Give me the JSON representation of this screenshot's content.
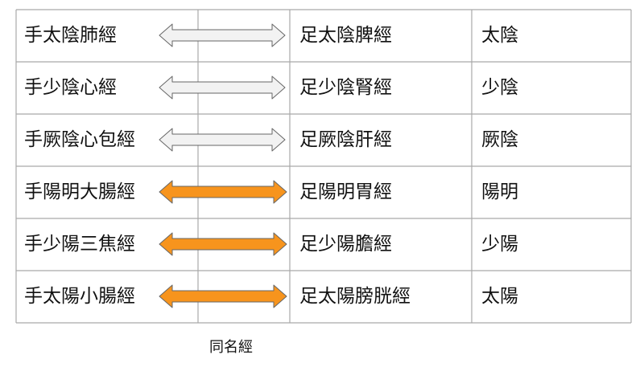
{
  "colors": {
    "grid_line": "#a9a9a9",
    "arrow_yin_fill": "#f2f2f2",
    "arrow_yang_fill": "#f7941d",
    "arrow_stroke": "#666666",
    "text": "#111111"
  },
  "rows": [
    {
      "hand": "手太陰肺經",
      "foot": "足太陰脾經",
      "name": "太陰",
      "type": "yin"
    },
    {
      "hand": "手少陰心經",
      "foot": "足少陰腎經",
      "name": "少陰",
      "type": "yin"
    },
    {
      "hand": "手厥陰心包經",
      "foot": "足厥陰肝經",
      "name": "厥陰",
      "type": "yin"
    },
    {
      "hand": "手陽明大腸經",
      "foot": "足陽明胃經",
      "name": "陽明",
      "type": "yang"
    },
    {
      "hand": "手少陽三焦經",
      "foot": "足少陽膽經",
      "name": "少陽",
      "type": "yang"
    },
    {
      "hand": "手太陽小腸經",
      "foot": "足太陽膀胱經",
      "name": "太陽",
      "type": "yang"
    }
  ],
  "caption": "同名經"
}
